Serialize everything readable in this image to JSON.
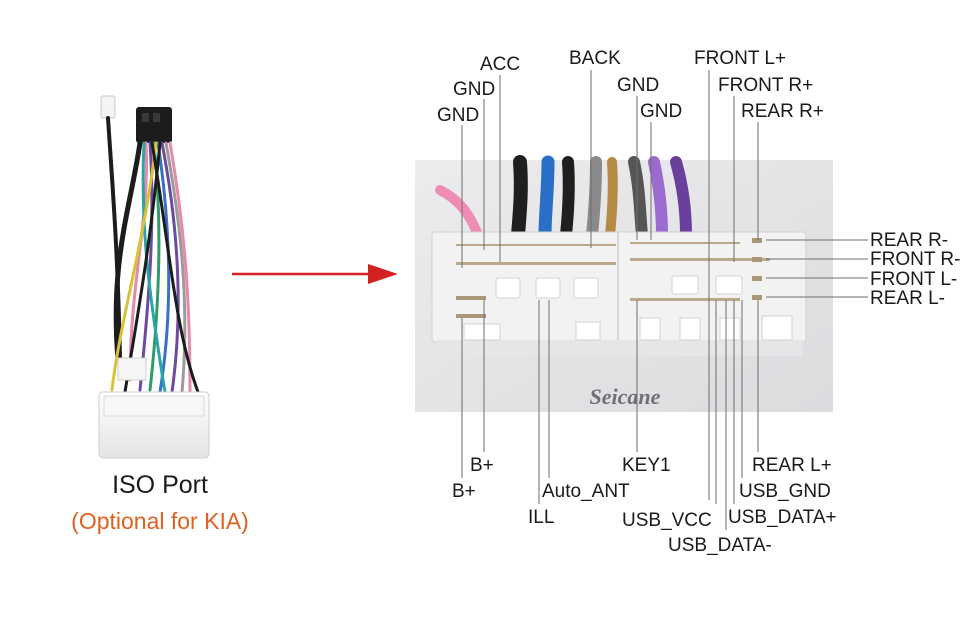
{
  "left_panel": {
    "title": "ISO Port",
    "subtitle": "(Optional for KIA)"
  },
  "brand": "Seicane",
  "colors": {
    "arrow": "#d32222",
    "subtitle": "#e0611f",
    "leader": "#6e6e6e",
    "connector": "#f2f2f3"
  },
  "top_labels": [
    "ACC",
    "GND",
    "GND",
    "BACK",
    "GND",
    "GND",
    "FRONT L+",
    "FRONT R+",
    "REAR R+"
  ],
  "right_labels": [
    "REAR R-",
    "FRONT R-",
    "FRONT L-",
    "REAR L-"
  ],
  "bottom_labels": [
    "B+",
    "B+",
    "Auto_ANT",
    "ILL",
    "KEY1",
    "REAR L+",
    "USB_GND",
    "USB_DATA+",
    "USB_VCC",
    "USB_DATA-"
  ]
}
